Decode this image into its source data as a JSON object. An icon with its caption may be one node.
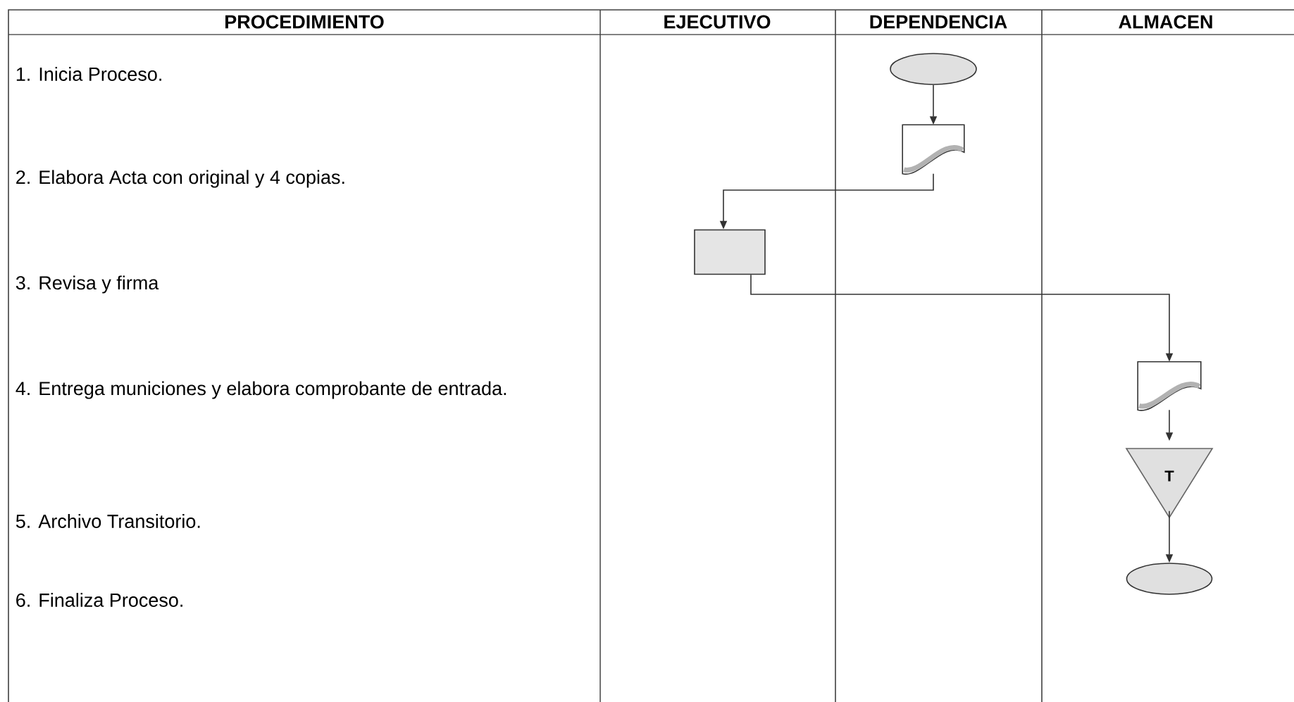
{
  "diagram": {
    "nodes": [
      {
        "text": [],
        "shape": "ellipse"
      },
      {
        "text": [],
        "shape": "document"
      },
      {
        "text": [],
        "shape": "box"
      },
      {
        "text": [],
        "shape": "document"
      },
      {
        "text": [
          "T"
        ]
      },
      {
        "text": [],
        "shape": "ellipse"
      }
    ],
    "edges": [
      {
        "from": 0,
        "to": 1,
        "arrow": "to"
      },
      {
        "from": 1,
        "to": 2,
        "arrow": "to"
      },
      {
        "from": 2,
        "to": 3,
        "arrow": "to"
      },
      {
        "from": 3,
        "to": 4,
        "arrow": "to"
      },
      {
        "from": 4,
        "to": 5,
        "arrow": "to"
      }
    ],
    "labels": [
      "PROCEDIMIENTO",
      "EJECUTIVO",
      "DEPENDENCIA",
      "ALMACEN",
      "1. Inicia Proceso.",
      "2. Elabora Acta con original y 4 copias.",
      "3. Revisa y firma",
      "4. Entrega municiones y elabora comprobante de entrada.",
      "5. Archivo Transitorio.",
      "6. Finaliza Proceso."
    ]
  }
}
